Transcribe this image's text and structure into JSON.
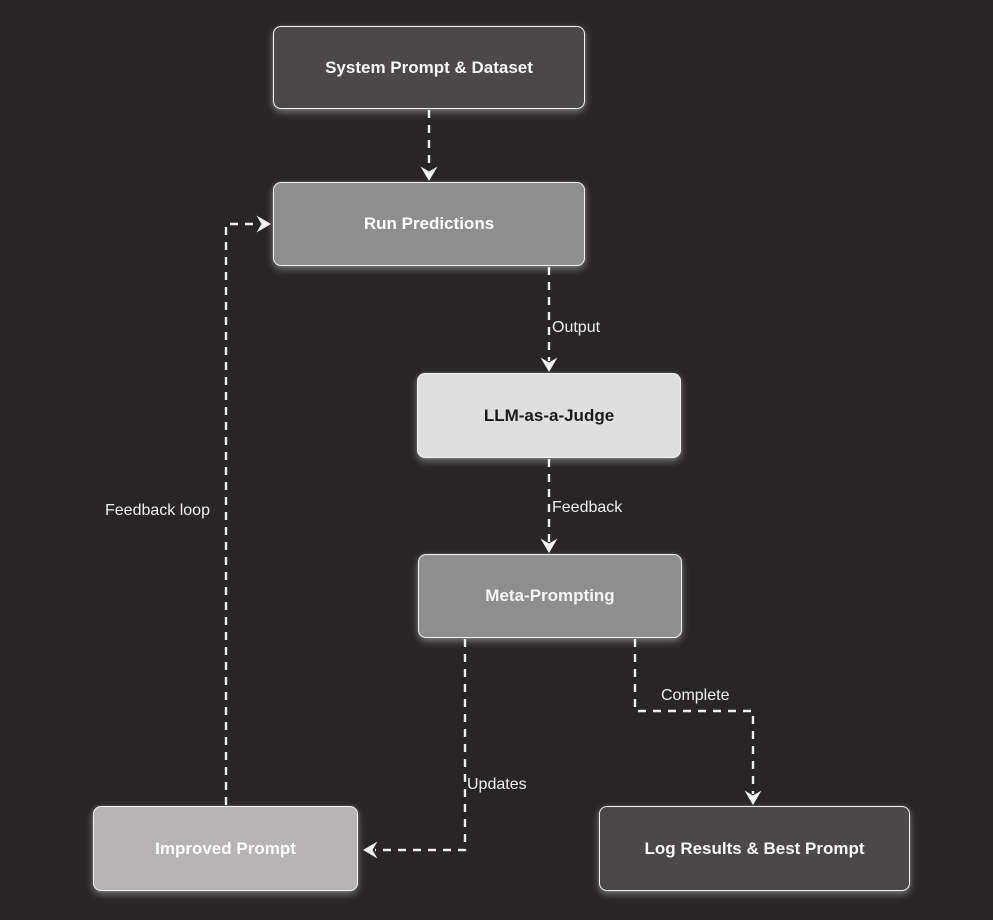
{
  "diagram": {
    "type": "flowchart",
    "theme": "dark",
    "colors": {
      "background": "#272525",
      "node_dark_fill": "#4a4848",
      "node_mid_gray_fill": "#8e8e8e",
      "node_light_fill": "#dfdfdf",
      "node_lighter_gray_fill": "#b6b4b4",
      "node_border": "#f2f2f2",
      "edge_stroke": "#eeeeee",
      "text_light": "#f7f7f7",
      "text_dark": "#1a1a1a"
    },
    "nodes": [
      {
        "id": "A",
        "label": "System Prompt & Dataset",
        "fill": "#4a4848",
        "text_color": "#f7f7f7"
      },
      {
        "id": "B",
        "label": "Run Predictions",
        "fill": "#8e8e8e",
        "text_color": "#ffffff"
      },
      {
        "id": "C",
        "label": "LLM-as-a-Judge",
        "fill": "#dfdfdf",
        "text_color": "#1a1a1a"
      },
      {
        "id": "D",
        "label": "Meta-Prompting",
        "fill": "#8e8e8e",
        "text_color": "#f5f5f5"
      },
      {
        "id": "E",
        "label": "Improved Prompt",
        "fill": "#b6b4b4",
        "text_color": "#ffffff"
      },
      {
        "id": "F",
        "label": "Log Results & Best Prompt",
        "fill": "#4a4848",
        "text_color": "#f7f7f7"
      }
    ],
    "edges": [
      {
        "from": "A",
        "to": "B",
        "label": "",
        "style": "dashed"
      },
      {
        "from": "B",
        "to": "C",
        "label": "Output",
        "style": "dashed"
      },
      {
        "from": "C",
        "to": "D",
        "label": "Feedback",
        "style": "dashed"
      },
      {
        "from": "D",
        "to": "E",
        "label": "Updates",
        "style": "dashed"
      },
      {
        "from": "D",
        "to": "F",
        "label": "Complete",
        "style": "dashed"
      },
      {
        "from": "E",
        "to": "B",
        "label": "Feedback loop",
        "style": "dashed"
      }
    ]
  }
}
